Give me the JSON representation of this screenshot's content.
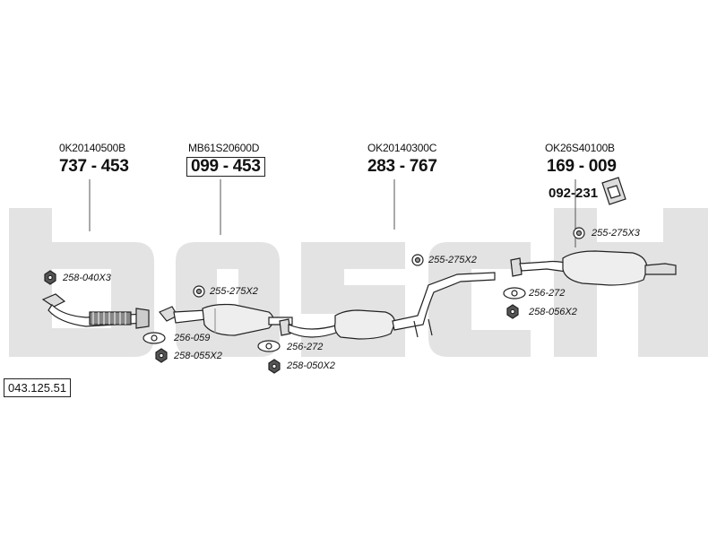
{
  "diagram": {
    "reference": "043.125.51",
    "background_wordmark_color": "#e3e3e3",
    "groups": [
      {
        "oem": "0K20140500B",
        "number": "737 - 453",
        "boxed": false
      },
      {
        "oem": "MB61S20600D",
        "number": "099 - 453",
        "boxed": true
      },
      {
        "oem": "OK20140300C",
        "number": "283 - 767",
        "boxed": false
      },
      {
        "oem": "OK26S40100B",
        "number": "169 - 009",
        "boxed": false
      }
    ],
    "extra_part": "092-231",
    "parts": [
      {
        "label": "258-040X3",
        "icon": "nut-icon"
      },
      {
        "label": "256-059",
        "icon": "gasket-icon"
      },
      {
        "label": "258-055X2",
        "icon": "nut-icon"
      },
      {
        "label": "255-275X2",
        "icon": "rubber-mount-icon"
      },
      {
        "label": "256-272",
        "icon": "gasket-icon"
      },
      {
        "label": "258-050X2",
        "icon": "nut-icon"
      },
      {
        "label": "255-275X2",
        "icon": "rubber-mount-icon"
      },
      {
        "label": "255-275X3",
        "icon": "rubber-mount-icon"
      },
      {
        "label": "256-272",
        "icon": "gasket-icon"
      },
      {
        "label": "258-056X2",
        "icon": "nut-icon"
      }
    ]
  }
}
